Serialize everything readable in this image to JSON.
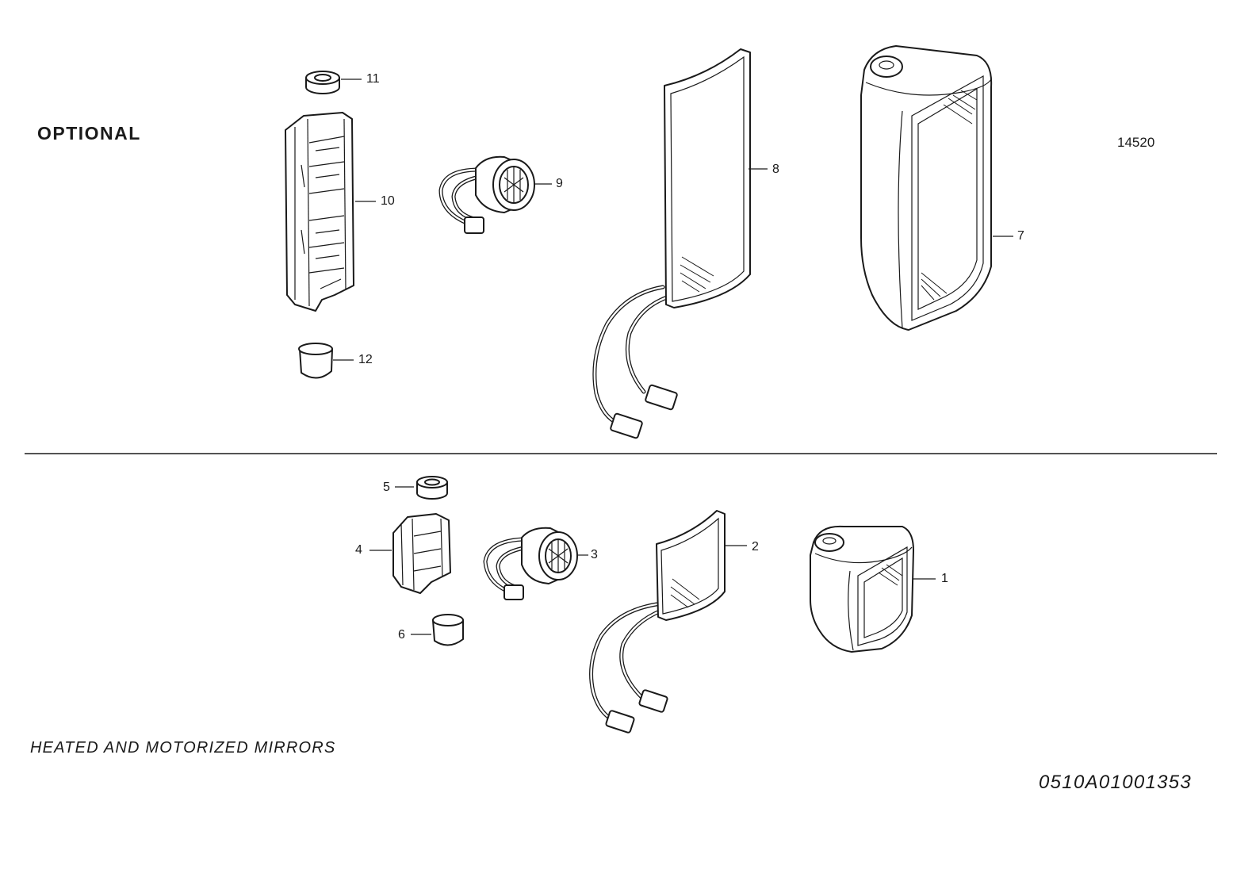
{
  "header": {
    "optional_label": "OPTIONAL",
    "ref_number": "14520"
  },
  "footer": {
    "caption": "HEATED AND MOTORIZED MIRRORS",
    "drawing_code": "0510A01001353"
  },
  "callouts": {
    "p1": "1",
    "p2": "2",
    "p3": "3",
    "p4": "4",
    "p5": "5",
    "p6": "6",
    "p7": "7",
    "p8": "8",
    "p9": "9",
    "p10": "10",
    "p11": "11",
    "p12": "12"
  }
}
